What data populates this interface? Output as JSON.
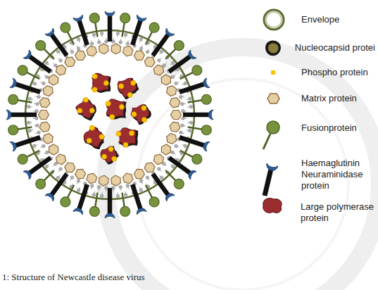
{
  "diagram": {
    "caption": "1: Structure of Newcastle disease virus",
    "legend": [
      {
        "text": "Envelope"
      },
      {
        "text": "Nucleocapsid protei"
      },
      {
        "text": "Phospho protein"
      },
      {
        "text": "Matrix protein"
      },
      {
        "text": "Fusionprotein"
      },
      {
        "text": "Haemaglutinin Neuraminidase protein"
      },
      {
        "text": "Large polymerase protein"
      }
    ]
  }
}
